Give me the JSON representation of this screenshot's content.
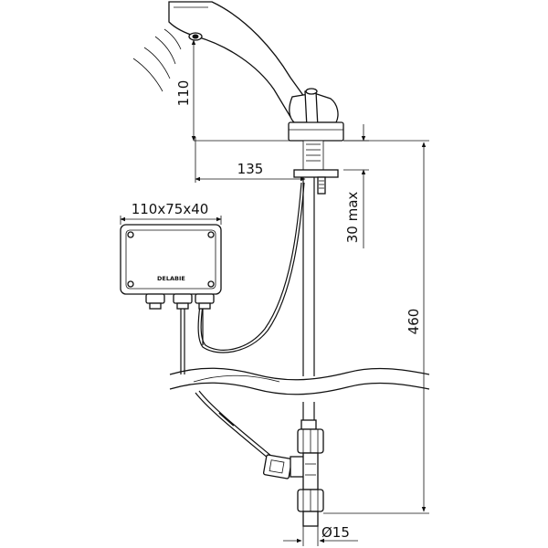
{
  "dimensions": {
    "spout_height": "110",
    "spout_reach": "135",
    "control_box": "110x75x40",
    "max_deck_thickness": "30 max",
    "total_height": "460",
    "pipe_diameter": "Ø15"
  },
  "control_box": {
    "brand": "DELABIE"
  }
}
